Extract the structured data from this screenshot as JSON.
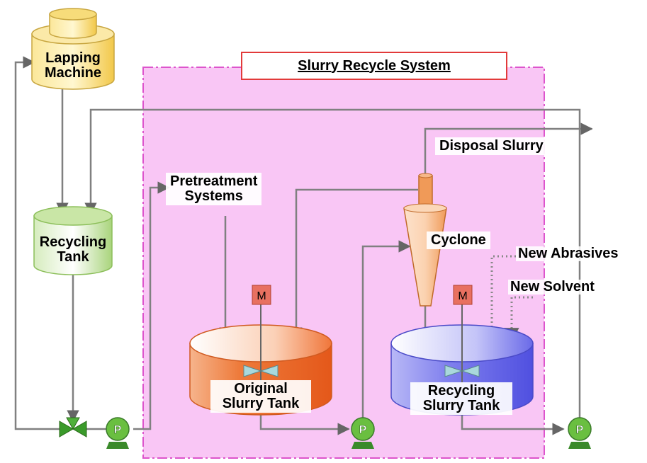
{
  "title": "Slurry Recycle System",
  "labels": {
    "lapping_machine": [
      "Lapping",
      "Machine"
    ],
    "recycling_tank": [
      "Recycling",
      "Tank"
    ],
    "pretreatment": [
      "Pretreatment",
      "Systems"
    ],
    "disposal_slurry": "Disposal Slurry",
    "cyclone": "Cyclone",
    "new_abrasives": "New Abrasives",
    "new_solvent": "New Solvent",
    "original_tank": [
      "Original",
      "Slurry Tank"
    ],
    "recycling_slurry_tank": [
      "Recycling",
      "Slurry Tank"
    ],
    "motor": "M",
    "pump": "P"
  },
  "colors": {
    "system_fill": "#f9c6f5",
    "system_border": "#dd55cc",
    "title_border": "#e23a3a",
    "pipe": "#808080",
    "lapping_fill": "#f7d770",
    "recycling_tank_fill": "#b6dc8c",
    "original_tank_fill": "#ee6a25",
    "recycling_slurry_fill": "#6a6ae8",
    "cyclone_fill": "#f09a58",
    "motor_fill": "#e87060",
    "pump_fill": "#6abf40",
    "valve_fill": "#3a9a2a",
    "mixer_fill": "#a9d8dc"
  }
}
